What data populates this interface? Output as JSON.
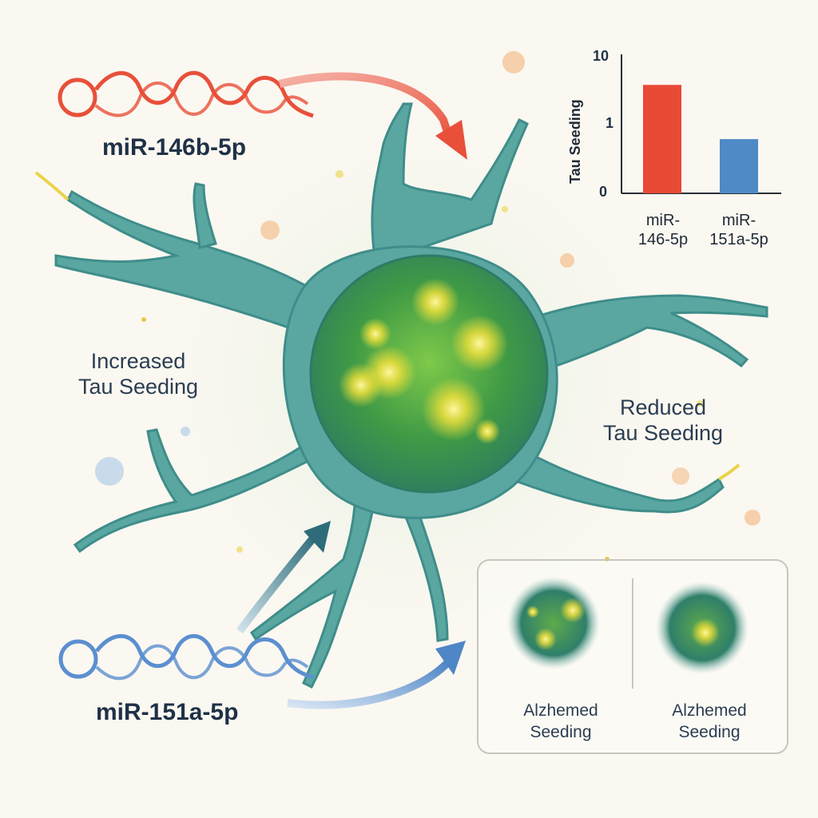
{
  "labels": {
    "mir_red": "miR-146b-5p",
    "mir_blue": "miR-151a-5p",
    "increased_line1": "Increased",
    "increased_line2": "Tau Seeding",
    "reduced_line1": "Reduced",
    "reduced_line2": "Tau Seeding"
  },
  "colors": {
    "red_strand": "#e8503a",
    "blue_strand": "#5b8fd0",
    "neuron_body": "#5aa7a2",
    "nucleus": "#3f9a45",
    "foci": "#f5e23a"
  },
  "chart_data": {
    "type": "bar",
    "ylabel": "Tau Seeding",
    "y_ticks": [
      "10",
      "1",
      "0"
    ],
    "categories": [
      {
        "line1": "miR-",
        "line2": "146-5p"
      },
      {
        "line1": "miR-",
        "line2": "151a-5p"
      }
    ],
    "values": [
      7.8,
      3.9
    ],
    "ylim": [
      0,
      10
    ],
    "bar_colors": [
      "#e84a35",
      "#4f8ac6"
    ]
  },
  "inset": {
    "panels": [
      {
        "line1": "Alzhemed",
        "line2": "Seeding"
      },
      {
        "line1": "Alzhemed",
        "line2": "Seeding"
      }
    ]
  }
}
